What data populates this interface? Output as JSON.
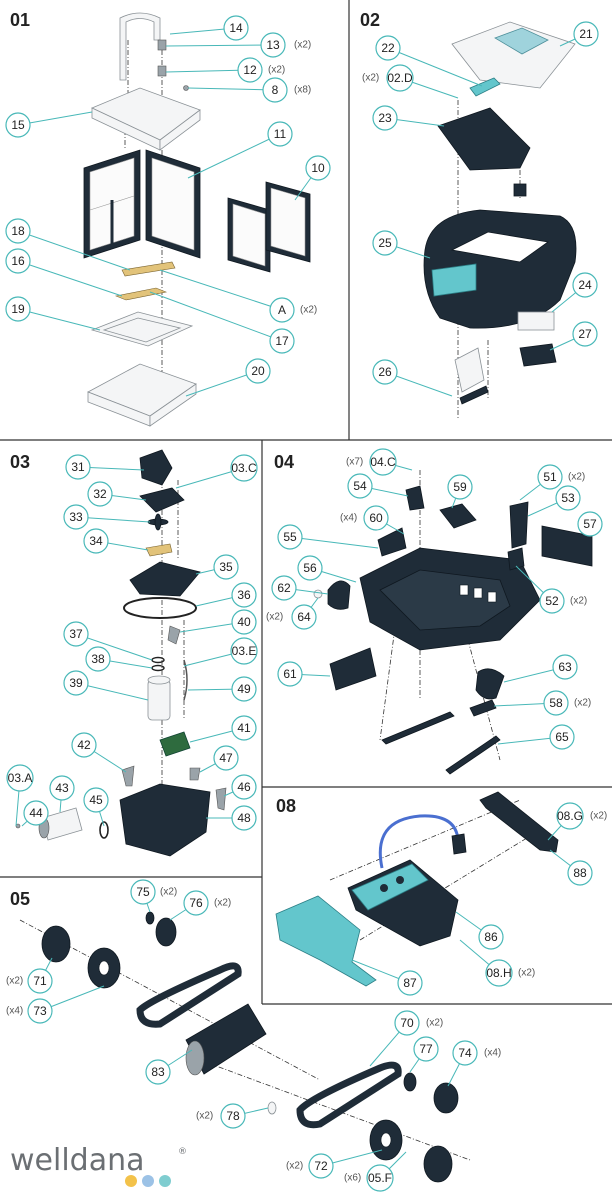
{
  "sections": [
    {
      "id": "s01",
      "title": "01"
    },
    {
      "id": "s02",
      "title": "02"
    },
    {
      "id": "s03",
      "title": "03"
    },
    {
      "id": "s04",
      "title": "04"
    },
    {
      "id": "s05",
      "title": "05"
    },
    {
      "id": "s08",
      "title": "08"
    }
  ],
  "callouts": [
    {
      "label": "14",
      "qty": ""
    },
    {
      "label": "13",
      "qty": "(x2)"
    },
    {
      "label": "12",
      "qty": "(x2)"
    },
    {
      "label": "8",
      "qty": "(x8)"
    },
    {
      "label": "15",
      "qty": ""
    },
    {
      "label": "11",
      "qty": ""
    },
    {
      "label": "10",
      "qty": ""
    },
    {
      "label": "18",
      "qty": ""
    },
    {
      "label": "16",
      "qty": ""
    },
    {
      "label": "A",
      "qty": "(x2)"
    },
    {
      "label": "19",
      "qty": ""
    },
    {
      "label": "17",
      "qty": ""
    },
    {
      "label": "20",
      "qty": ""
    },
    {
      "label": "22",
      "qty": ""
    },
    {
      "label": "21",
      "qty": ""
    },
    {
      "label": "02.D",
      "qty": "(x2)"
    },
    {
      "label": "23",
      "qty": ""
    },
    {
      "label": "25",
      "qty": ""
    },
    {
      "label": "24",
      "qty": ""
    },
    {
      "label": "27",
      "qty": ""
    },
    {
      "label": "26",
      "qty": ""
    },
    {
      "label": "31",
      "qty": ""
    },
    {
      "label": "03.C",
      "qty": ""
    },
    {
      "label": "32",
      "qty": ""
    },
    {
      "label": "33",
      "qty": ""
    },
    {
      "label": "34",
      "qty": ""
    },
    {
      "label": "35",
      "qty": ""
    },
    {
      "label": "36",
      "qty": ""
    },
    {
      "label": "40",
      "qty": ""
    },
    {
      "label": "37",
      "qty": ""
    },
    {
      "label": "38",
      "qty": ""
    },
    {
      "label": "03.E",
      "qty": ""
    },
    {
      "label": "39",
      "qty": ""
    },
    {
      "label": "49",
      "qty": ""
    },
    {
      "label": "41",
      "qty": ""
    },
    {
      "label": "42",
      "qty": ""
    },
    {
      "label": "47",
      "qty": ""
    },
    {
      "label": "03.A",
      "qty": ""
    },
    {
      "label": "43",
      "qty": ""
    },
    {
      "label": "44",
      "qty": ""
    },
    {
      "label": "45",
      "qty": ""
    },
    {
      "label": "46",
      "qty": ""
    },
    {
      "label": "48",
      "qty": ""
    },
    {
      "label": "04.C",
      "qty": "(x7)"
    },
    {
      "label": "54",
      "qty": ""
    },
    {
      "label": "59",
      "qty": ""
    },
    {
      "label": "51",
      "qty": "(x2)"
    },
    {
      "label": "53",
      "qty": ""
    },
    {
      "label": "60",
      "qty": "(x4)"
    },
    {
      "label": "57",
      "qty": ""
    },
    {
      "label": "55",
      "qty": ""
    },
    {
      "label": "56",
      "qty": ""
    },
    {
      "label": "62",
      "qty": ""
    },
    {
      "label": "64",
      "qty": "(x2)"
    },
    {
      "label": "52",
      "qty": "(x2)"
    },
    {
      "label": "61",
      "qty": ""
    },
    {
      "label": "63",
      "qty": ""
    },
    {
      "label": "58",
      "qty": "(x2)"
    },
    {
      "label": "65",
      "qty": ""
    },
    {
      "label": "08.G",
      "qty": "(x2)"
    },
    {
      "label": "88",
      "qty": ""
    },
    {
      "label": "86",
      "qty": ""
    },
    {
      "label": "87",
      "qty": ""
    },
    {
      "label": "08.H",
      "qty": "(x2)"
    },
    {
      "label": "75",
      "qty": "(x2)"
    },
    {
      "label": "76",
      "qty": "(x2)"
    },
    {
      "label": "71",
      "qty": "(x2)"
    },
    {
      "label": "73",
      "qty": "(x4)"
    },
    {
      "label": "83",
      "qty": ""
    },
    {
      "label": "70",
      "qty": "(x2)"
    },
    {
      "label": "77",
      "qty": ""
    },
    {
      "label": "74",
      "qty": "(x4)"
    },
    {
      "label": "78",
      "qty": "(x2)"
    },
    {
      "label": "72",
      "qty": "(x2)"
    },
    {
      "label": "05.F",
      "qty": "(x6)"
    }
  ],
  "logo": {
    "text": "welldana",
    "registered": "®",
    "dot_colors": [
      "#f3c24a",
      "#9cc2e6",
      "#7fcdd0"
    ]
  },
  "colors": {
    "accent": "#48b8b8",
    "dark_part": "#1f2c38",
    "teal_part": "#63c6cc"
  }
}
